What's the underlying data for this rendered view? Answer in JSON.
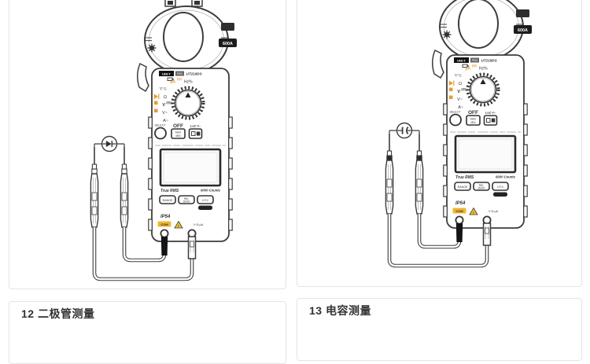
{
  "page": {
    "background": "#ffffff",
    "card_border": "#e4e4e4",
    "line_color": "#3c3c3c",
    "accent_orange": "#e89a35",
    "warning_yellow": "#f3c33c"
  },
  "sections": {
    "diode": {
      "title": "12 二极管测量",
      "component": "diode-symbol"
    },
    "capacitance": {
      "title": "13 电容测量",
      "component": "capacitor-symbol"
    }
  },
  "meter": {
    "brand": "UNI-T",
    "badge": "PRO",
    "model": "UT219DS",
    "clamp_rating": "600A",
    "dial_labels": {
      "micro_amp": "μA",
      "hz_percent": "Hz%",
      "temperature": "°F°C",
      "resistance": "Ω",
      "voltage_dc": "V",
      "voltage_ac": "V~",
      "current_ac": "A~"
    },
    "controls": {
      "select": "SELECT",
      "off": "OFF",
      "max": "MAX",
      "min": "MIN",
      "loz": "LoZ V~",
      "range": "RANGE",
      "rel": "REL",
      "zero": "ZERO",
      "vfc": "V.F.C"
    },
    "display": {
      "true_rms": "True RMS",
      "counts": "6000 Counts"
    },
    "ip_rating": "IP54",
    "terminals": {
      "com": "COM",
      "input": "V·Ω·μA",
      "warning": "!"
    }
  }
}
